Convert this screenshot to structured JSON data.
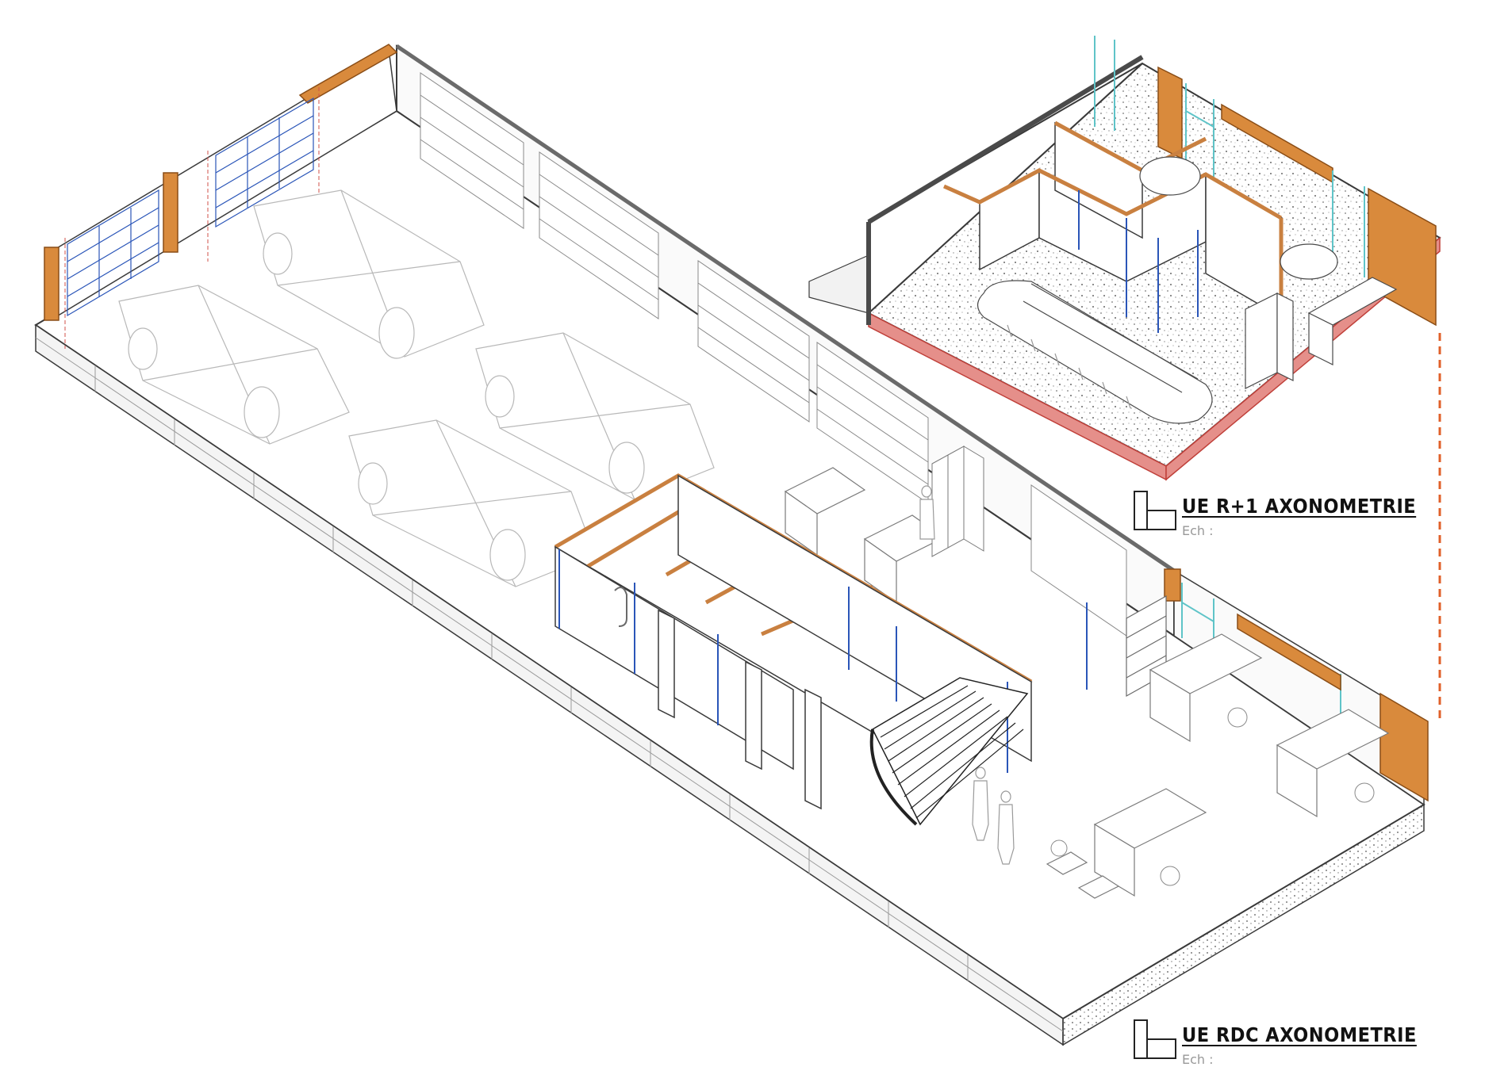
{
  "views": [
    {
      "title": "UE R+1 AXONOMETRIE",
      "scale_label": "Ech :"
    },
    {
      "title": "UE RDC AXONOMETRIE",
      "scale_label": "Ech :"
    }
  ],
  "colors": {
    "line": "#3a3a3a",
    "light_line": "#b8b8b8",
    "wall_cap": "#d98a3c",
    "wall_cap_edge": "#8a4d16",
    "red_accent": "#d0504a",
    "blue_partition": "#2a55b8",
    "cyan_glazing": "#5fc4c8",
    "dashed_link": "#e0602a"
  }
}
